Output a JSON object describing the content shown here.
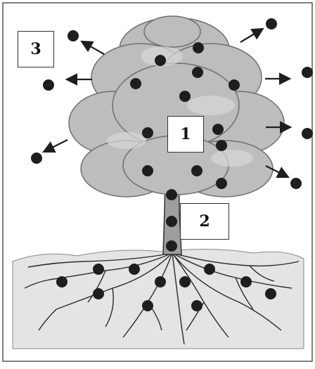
{
  "labels": {
    "box1": "1",
    "box2": "2",
    "box3": "3"
  },
  "colors": {
    "foliage": "#bdbdbd",
    "foliage_edge": "#6e6e6e",
    "trunk": "#9e9e9e",
    "dot": "#1e1e1e",
    "ground": "#e4e4e4",
    "roots": "#2a2a2a",
    "frame": "#555555"
  },
  "icons": {
    "particle": "black-dot-icon",
    "dispersal": "arrow-icon"
  }
}
